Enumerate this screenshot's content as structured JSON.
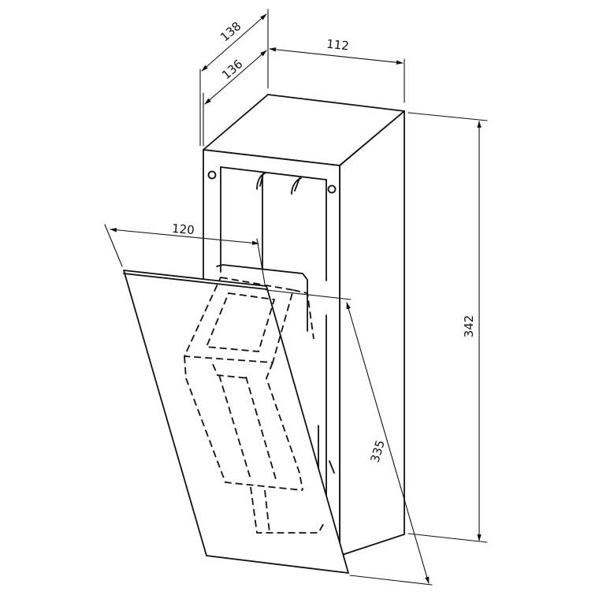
{
  "dimensions": {
    "depth_outer": "138",
    "depth_inner": "136",
    "width_top": "112",
    "width_plate": "120",
    "height_total": "342",
    "height_diagonal": "335"
  }
}
